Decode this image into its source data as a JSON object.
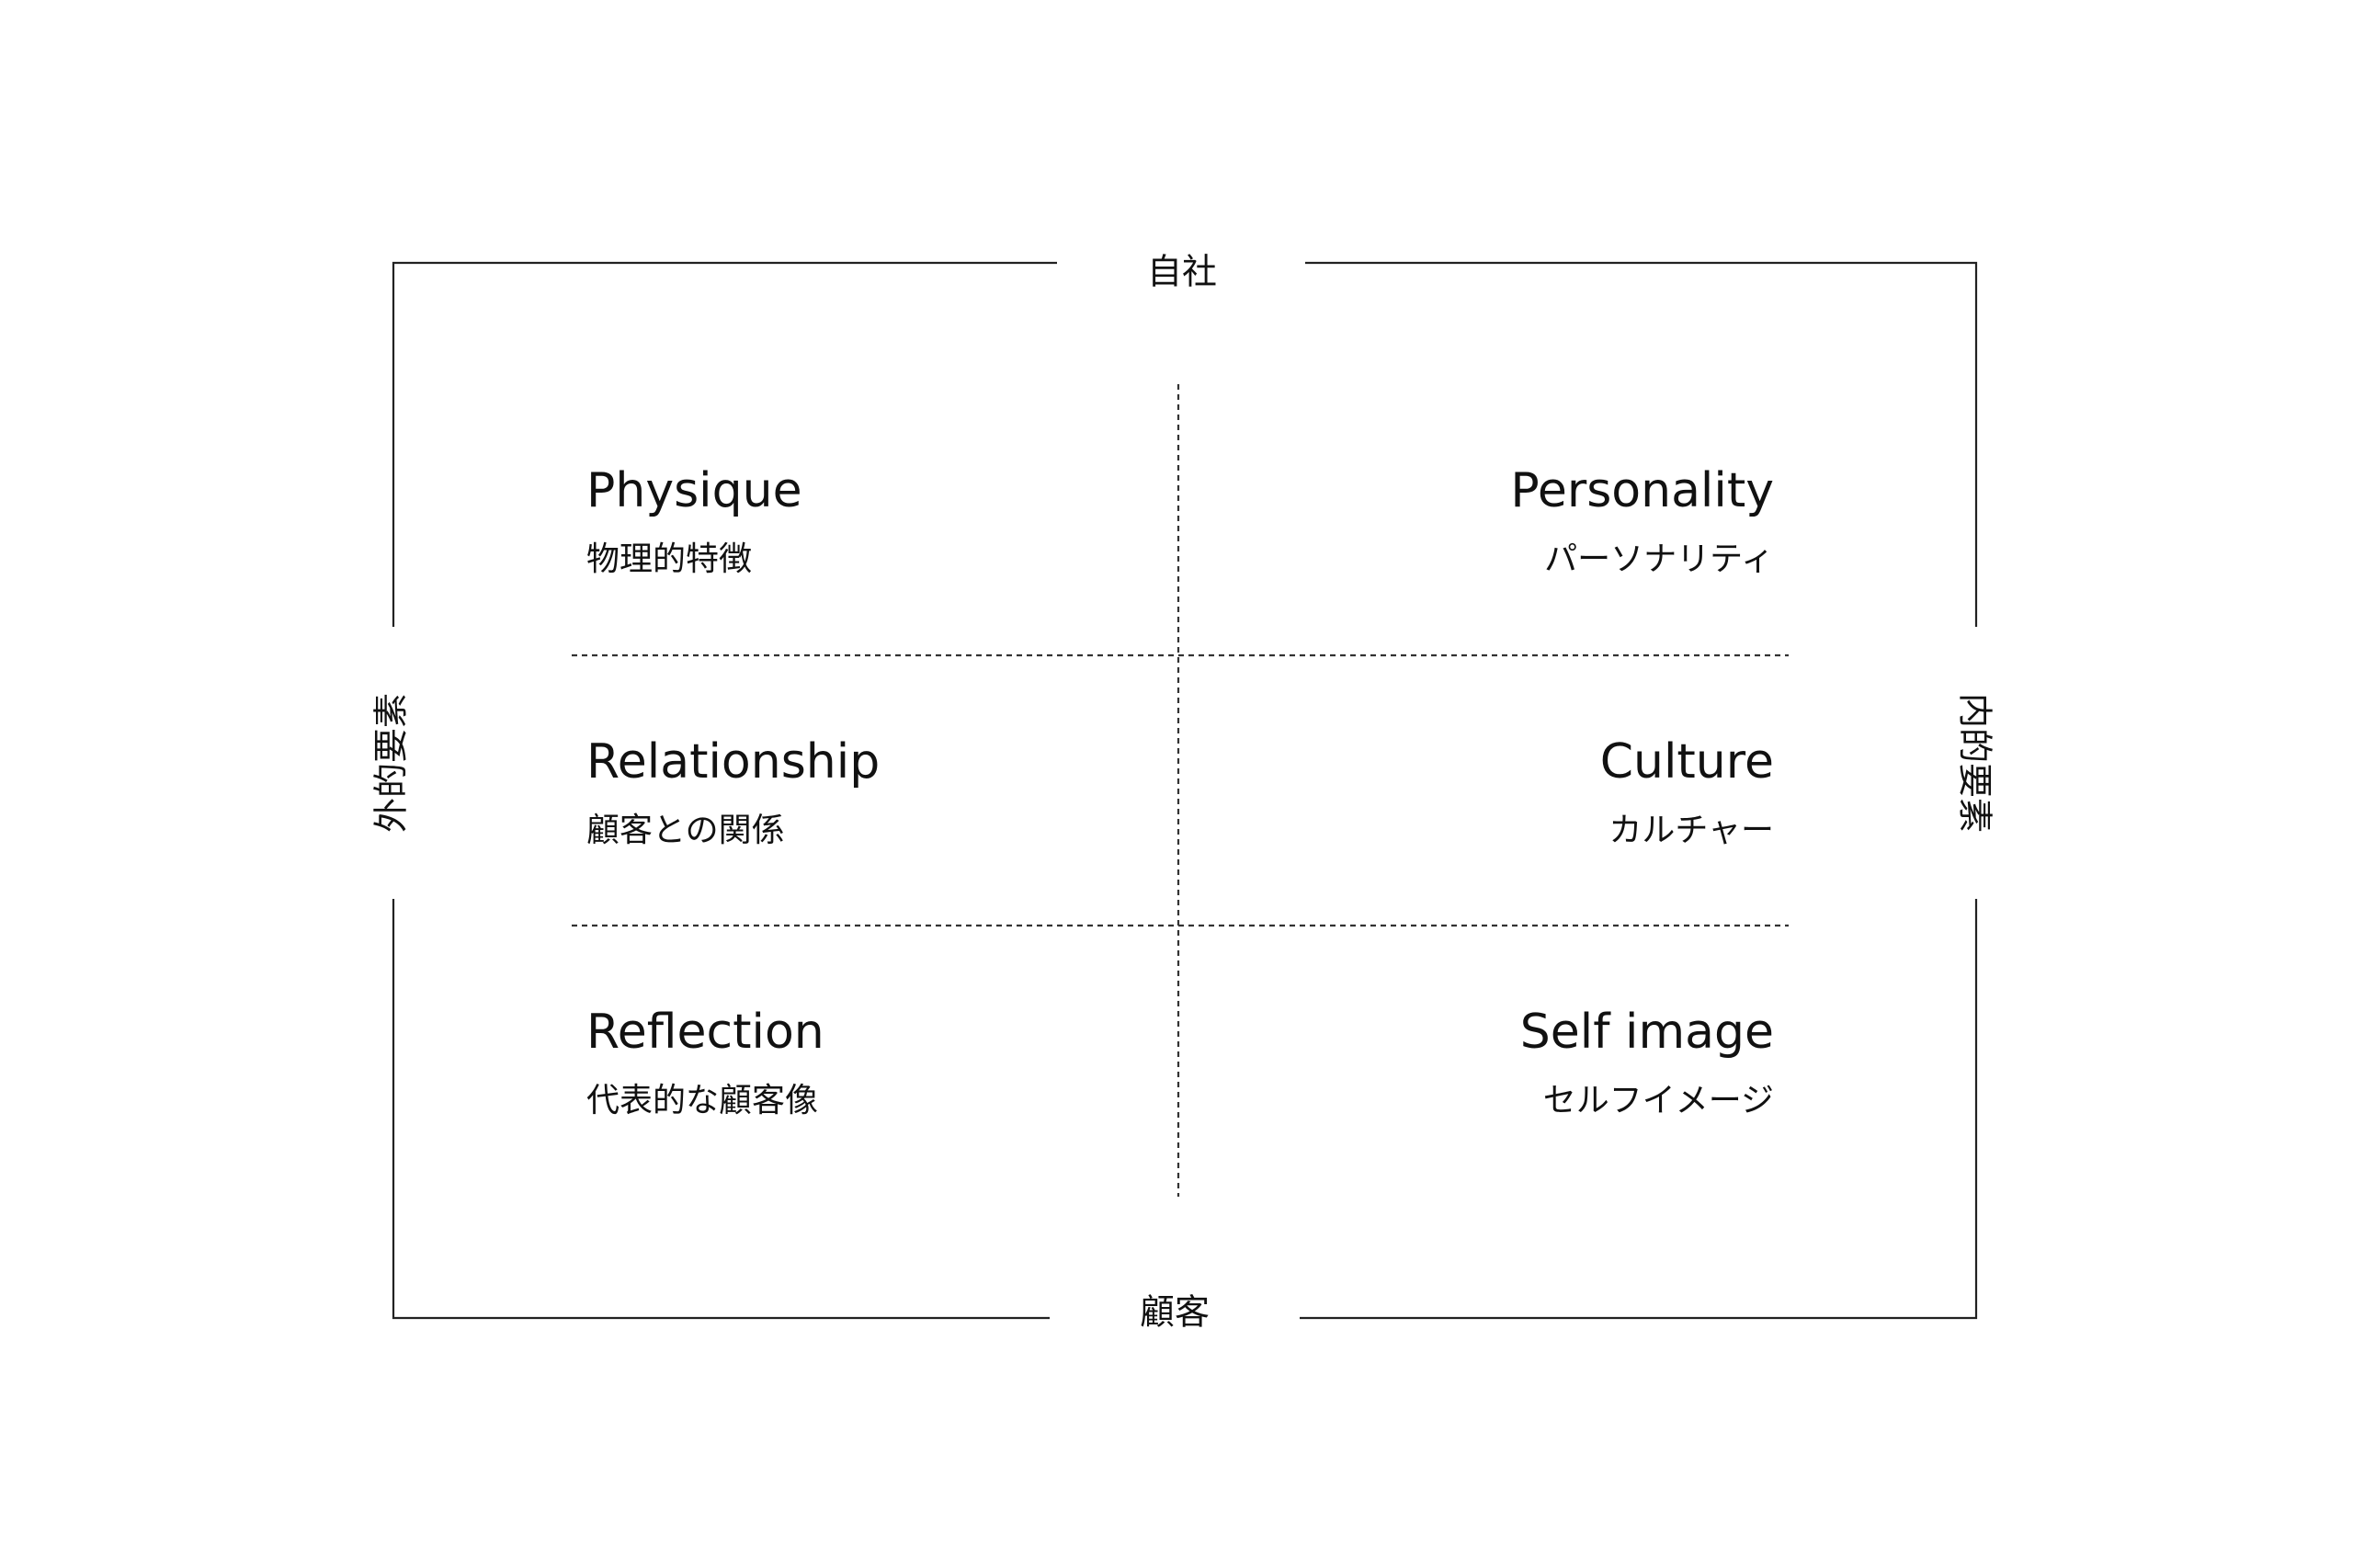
{
  "axes": {
    "top": "自社",
    "bottom": "顧客",
    "left": "外的要素",
    "right": "内的要素"
  },
  "cells": {
    "physique": {
      "title": "Physique",
      "subtitle": "物理的特徴"
    },
    "personality": {
      "title": "Personality",
      "subtitle": "パーソナリティ"
    },
    "relationship": {
      "title": "Relationship",
      "subtitle": "顧客との関係"
    },
    "culture": {
      "title": "Culture",
      "subtitle": "カルチャー"
    },
    "reflection": {
      "title": "Reflection",
      "subtitle": "代表的な顧客像"
    },
    "self_image": {
      "title": "Self image",
      "subtitle": "セルフイメージ"
    }
  },
  "colors": {
    "line": "#222222",
    "text": "#111111",
    "background": "#ffffff"
  }
}
